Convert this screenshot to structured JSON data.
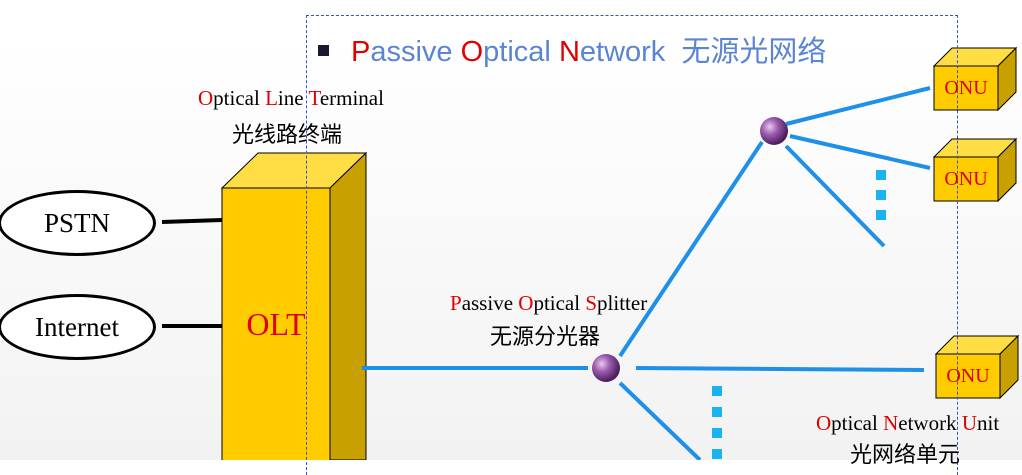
{
  "title": {
    "parts": [
      {
        "cap": "P",
        "rest": "assive "
      },
      {
        "cap": "O",
        "rest": "ptical "
      },
      {
        "cap": "N",
        "rest": "etwork"
      }
    ],
    "cn": "无源光网络"
  },
  "olt": {
    "label_en": [
      {
        "cap": "O",
        "rest": "ptical "
      },
      {
        "cap": "L",
        "rest": "ine "
      },
      {
        "cap": "T",
        "rest": "erminal"
      }
    ],
    "label_cn": "光线路终端",
    "box_text": "OLT"
  },
  "sources": [
    {
      "label": "PSTN"
    },
    {
      "label": "Internet"
    }
  ],
  "splitter": {
    "label_en": [
      {
        "cap": "P",
        "rest": "assive "
      },
      {
        "cap": "O",
        "rest": "ptical "
      },
      {
        "cap": "S",
        "rest": "plitter"
      }
    ],
    "label_cn": "无源分光器"
  },
  "onu": {
    "box_text": "ONU",
    "label_en": [
      {
        "cap": "O",
        "rest": "ptical "
      },
      {
        "cap": "N",
        "rest": "etwork "
      },
      {
        "cap": "U",
        "rest": "nit"
      }
    ],
    "label_cn": "光网络单元"
  },
  "colors": {
    "fiber": "#1e90e8",
    "olt_front": "#ffcc00",
    "olt_side": "#c8a000",
    "accent_red": "#e00000",
    "title_blue": "#5b84d2",
    "dots": "#19b4f0"
  }
}
